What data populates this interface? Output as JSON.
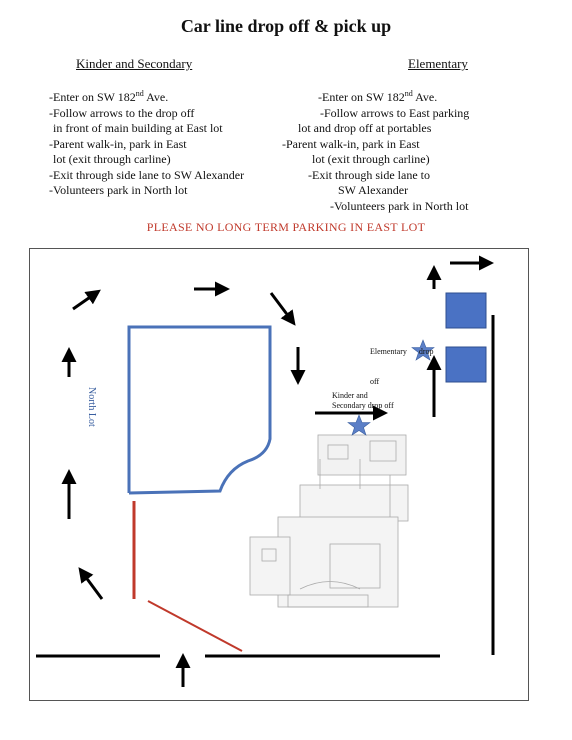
{
  "title": "Car line drop off & pick up",
  "kinder": {
    "heading": "Kinder and Secondary",
    "lines": [
      "-Enter on SW 182nd Ave.",
      "-Follow arrows to the drop off",
      " in front of main building at East lot",
      "-Parent walk-in, park in East",
      " lot (exit through carline)",
      "-Exit through side lane to SW Alexander",
      "-Volunteers park in North lot"
    ]
  },
  "elementary": {
    "heading": "Elementary",
    "lines": [
      "-Enter on SW 182nd Ave.",
      "-Follow arrows to East parking",
      "lot and drop off at portables",
      "-Parent walk-in, park in East",
      "lot (exit through carline)",
      "-Exit through side lane to",
      "SW Alexander",
      "-Volunteers park in North lot"
    ]
  },
  "warning": "PLEASE NO LONG TERM PARKING IN EAST LOT",
  "map": {
    "north_lot_label": "North Lot",
    "kinder_dropoff_label_1": "Kinder and",
    "kinder_dropoff_label_2": "Secondary drop off",
    "elementary_dropoff_label_1": "Elementary      drop",
    "elementary_dropoff_label_2": "off"
  },
  "colors": {
    "blue_lot": "#4a72b8",
    "red_lane": "#c0392b",
    "star": "#5b7fc7",
    "portable": "#4a72c4"
  }
}
